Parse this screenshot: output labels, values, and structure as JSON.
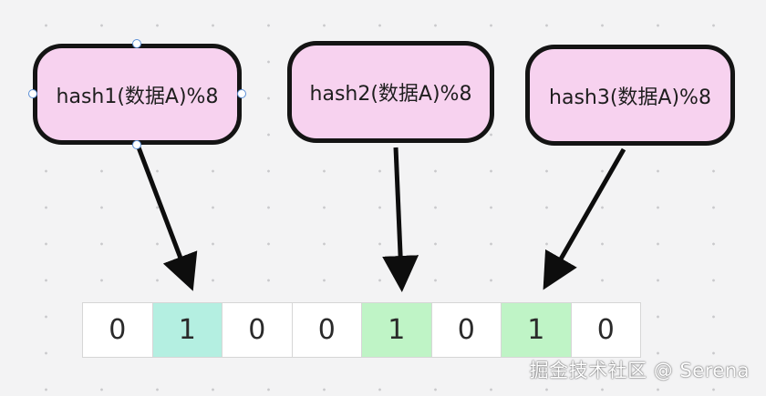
{
  "nodes": [
    {
      "label": "hash1(数据A)%8",
      "fill": "#f7d2ef",
      "selected": true
    },
    {
      "label": "hash2(数据A)%8",
      "fill": "#f7d2ef",
      "selected": false
    },
    {
      "label": "hash3(数据A)%8",
      "fill": "#f7d2ef",
      "selected": false
    }
  ],
  "bit_array": [
    {
      "value": "0",
      "color": "#ffffff"
    },
    {
      "value": "1",
      "color": "#b4efe1"
    },
    {
      "value": "0",
      "color": "#ffffff"
    },
    {
      "value": "0",
      "color": "#ffffff"
    },
    {
      "value": "1",
      "color": "#bff4c6"
    },
    {
      "value": "0",
      "color": "#ffffff"
    },
    {
      "value": "1",
      "color": "#bff4c6"
    },
    {
      "value": "0",
      "color": "#ffffff"
    }
  ],
  "edges": [
    {
      "from": "hash1(数据A)%8",
      "to_index": 1
    },
    {
      "from": "hash2(数据A)%8",
      "to_index": 4
    },
    {
      "from": "hash3(数据A)%8",
      "to_index": 6
    }
  ],
  "watermark": "掘金技术社区 @ Serena",
  "colors": {
    "background": "#f3f3f4",
    "node_border": "#141414",
    "arrow": "#0d0d0d",
    "selection_handle": "#5b8fd6"
  }
}
